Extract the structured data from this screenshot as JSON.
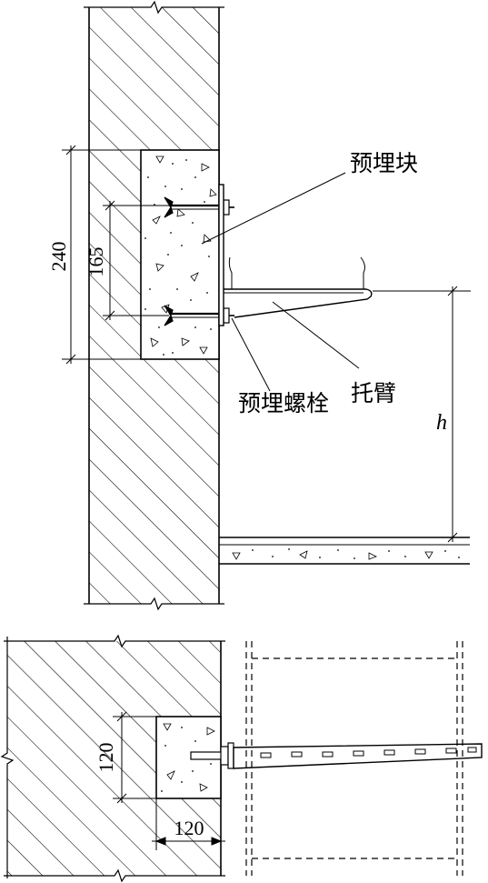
{
  "labels": {
    "embedded_block": "预埋块",
    "embedded_bolt": "预埋螺栓",
    "bracket_arm": "托臂"
  },
  "dimensions": {
    "block_height": "240",
    "bolt_spacing": "165",
    "height_symbol": "h",
    "plan_block_height": "120",
    "plan_block_depth": "120"
  },
  "colors": {
    "line": "#000000",
    "background": "#ffffff"
  }
}
